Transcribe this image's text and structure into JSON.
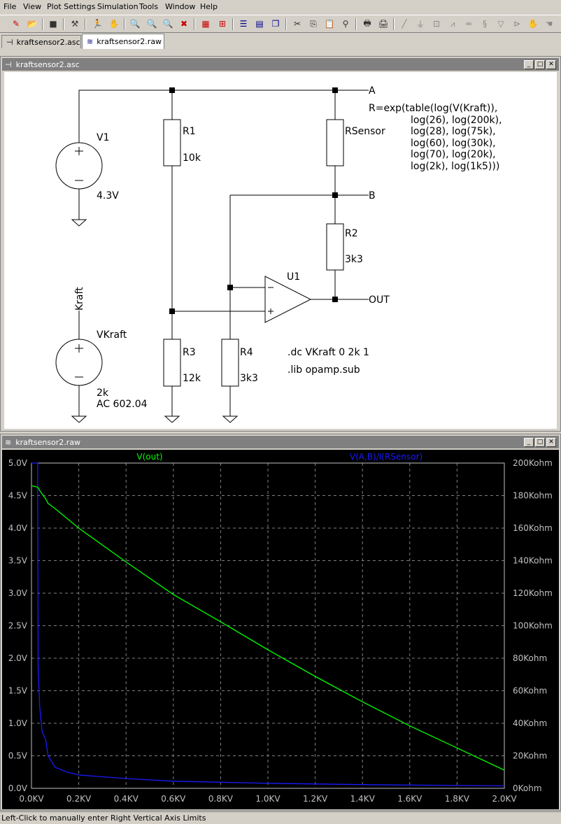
{
  "menu": [
    "File",
    "View",
    "Plot Settings",
    "Simulation",
    "Tools",
    "Window",
    "Help"
  ],
  "menu_underline": [
    "F",
    "V",
    "P",
    "S",
    "T",
    "W",
    "H"
  ],
  "tabs": [
    {
      "label": "kraftsensor2.asc",
      "icon": "schematic-icon"
    },
    {
      "label": "kraftsensor2.raw",
      "icon": "waveform-icon"
    }
  ],
  "schematic": {
    "title": "kraftsensor2.asc",
    "labels": {
      "V1": "V1",
      "V1_value": "4.3V",
      "R1": "R1",
      "R1_value": "10k",
      "RSensor": "RSensor",
      "R2": "R2",
      "R2_value": "3k3",
      "U1": "U1",
      "R3": "R3",
      "R3_value": "12k",
      "R4": "R4",
      "R4_value": "3k3",
      "VKraft": "VKraft",
      "VKraft_value": "2k",
      "VKraft_ac": "AC 602.04",
      "Kraft": "Kraft",
      "netA": "A",
      "netB": "B",
      "netOUT": "OUT",
      "expr_lines": [
        "R=exp(table(log(V(Kraft)),",
        "log(26), log(200k),",
        "log(28), log(75k),",
        "log(60), log(30k),",
        "log(70), log(20k),",
        "log(2k), log(1k5)))"
      ],
      "dc_directive": ".dc VKraft 0 2k 1",
      "lib_directive": ".lib opamp.sub"
    }
  },
  "plot": {
    "title": "kraftsensor2.raw",
    "trace1": {
      "label": "V(out)",
      "color": "#00ff00"
    },
    "trace2": {
      "label": "V(A,B)/I(RSensor)",
      "color": "#1a1aff"
    },
    "left_ticks": [
      "5.0V",
      "4.5V",
      "4.0V",
      "3.5V",
      "3.0V",
      "2.5V",
      "2.0V",
      "1.5V",
      "1.0V",
      "0.5V",
      "0.0V"
    ],
    "right_ticks": [
      "200Kohm",
      "180Kohm",
      "160Kohm",
      "140Kohm",
      "120Kohm",
      "100Kohm",
      "80Kohm",
      "60Kohm",
      "40Kohm",
      "20Kohm",
      "0Kohm"
    ],
    "x_ticks": [
      "0.0KV",
      "0.2KV",
      "0.4KV",
      "0.6KV",
      "0.8KV",
      "1.0KV",
      "1.2KV",
      "1.4KV",
      "1.6KV",
      "1.8KV",
      "2.0KV"
    ]
  },
  "chart_data": {
    "type": "line",
    "x_range": [
      0,
      2000
    ],
    "y_left_range": [
      0,
      5.0
    ],
    "y_right_range": [
      0,
      200
    ],
    "grid": true,
    "series": [
      {
        "name": "V(out)",
        "axis": "left",
        "x": [
          0,
          26,
          28,
          40,
          60,
          70,
          100,
          200,
          400,
          600,
          800,
          1000,
          1200,
          1400,
          1600,
          1800,
          2000
        ],
        "y": [
          4.65,
          4.63,
          4.62,
          4.55,
          4.45,
          4.38,
          4.3,
          4.0,
          3.48,
          2.98,
          2.56,
          2.13,
          1.72,
          1.33,
          0.96,
          0.62,
          0.28
        ]
      },
      {
        "name": "V(A,B)/I(RSensor)",
        "axis": "right",
        "x": [
          0,
          26,
          28,
          35,
          45,
          60,
          70,
          100,
          150,
          200,
          400,
          600,
          1000,
          1400,
          2000
        ],
        "y": [
          200,
          200,
          75,
          50,
          35,
          30,
          20,
          13,
          10,
          8.2,
          6,
          4.4,
          3.1,
          2.3,
          1.5
        ]
      }
    ]
  },
  "statusbar": "Left-Click to manually enter Right Vertical Axis Limits"
}
